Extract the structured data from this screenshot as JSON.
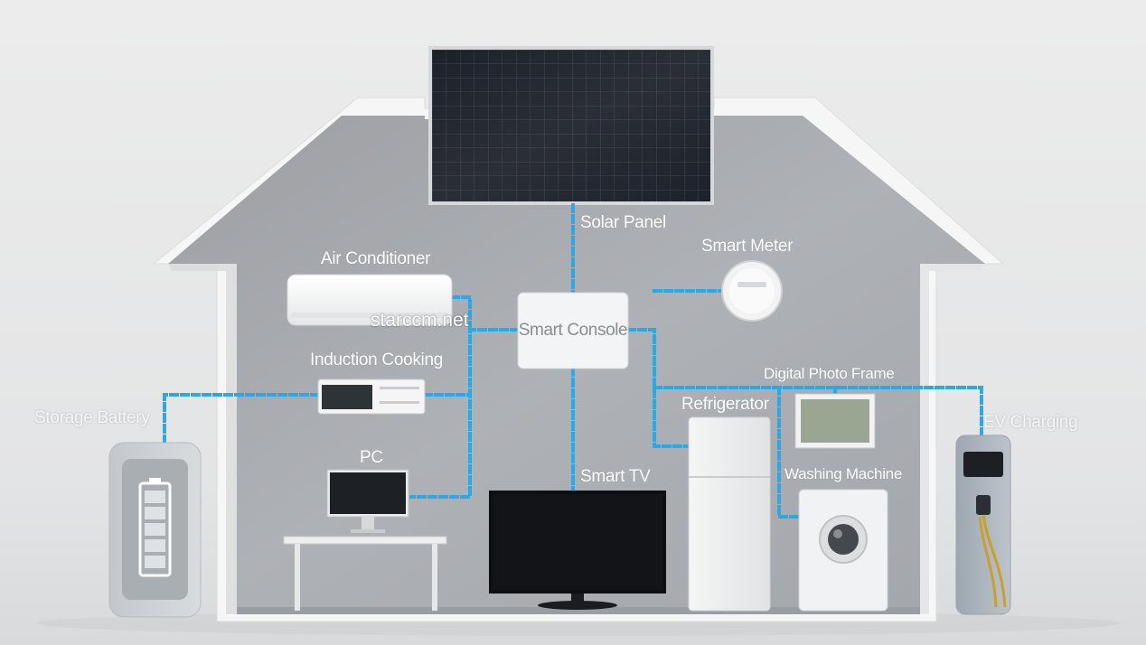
{
  "labels": {
    "solar_panel": "Solar Panel",
    "smart_meter": "Smart Meter",
    "air_conditioner": "Air Conditioner",
    "smart_console": "Smart Console",
    "induction_cooking": "Induction Cooking",
    "digital_photo_frame": "Digital Photo Frame",
    "refrigerator": "Refrigerator",
    "storage_battery": "Storage Battery",
    "ev_charging": "EV Charging",
    "pc": "PC",
    "smart_tv": "Smart TV",
    "washing_machine": "Washing Machine"
  },
  "watermark": "starccm.net",
  "colors": {
    "background": "#e9eaeb",
    "house_wall": "#ffffff",
    "house_interior": "#a7aaae",
    "cable": "#2aa9e6",
    "solar_cell": "#1b1f26",
    "console": "#f3f4f5"
  }
}
